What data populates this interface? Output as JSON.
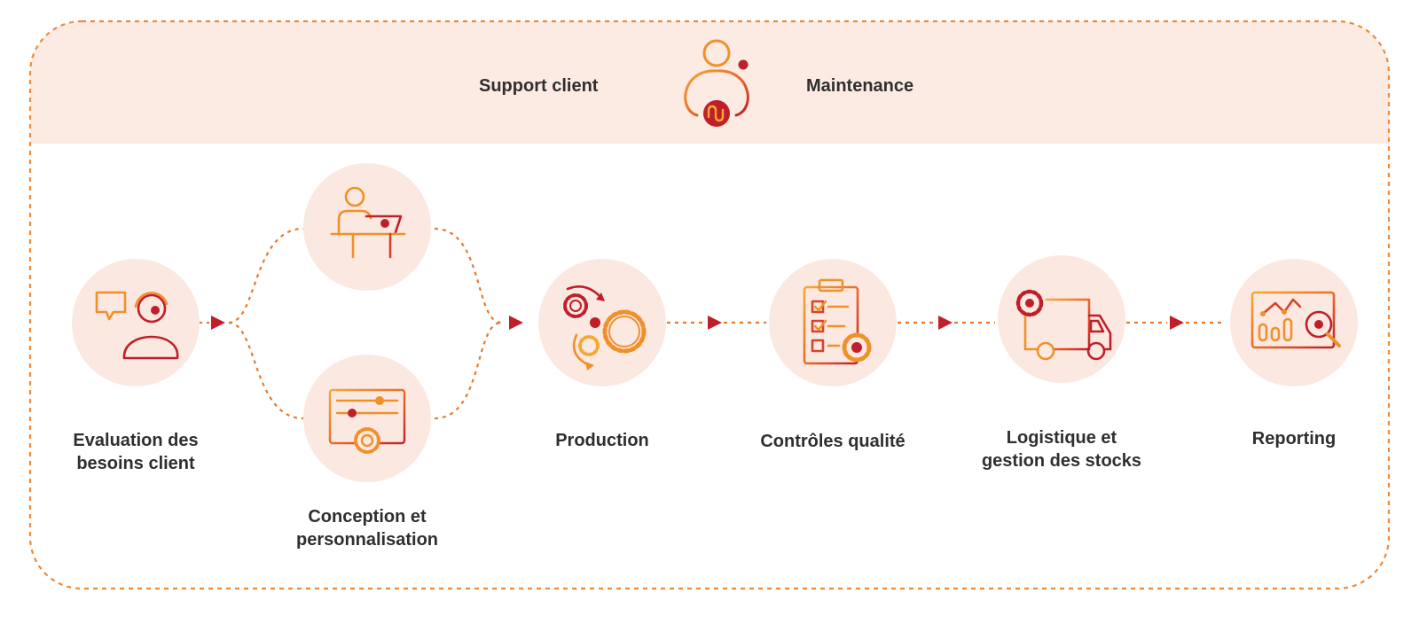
{
  "colors": {
    "band": "#fcebe3",
    "circle": "#fbe9e1",
    "orange": "#f0902a",
    "dark_red": "#c01f2a",
    "mid_red": "#d8432a",
    "text": "#2f2f2f"
  },
  "support": {
    "left_label": "Support client",
    "right_label": "Maintenance",
    "icon": "support-person-icon"
  },
  "steps": [
    {
      "id": "evaluation",
      "label": "Evaluation des\nbesoins client",
      "icon": "customer-headset-chat-icon"
    },
    {
      "id": "desk",
      "label": "",
      "icon": "person-at-laptop-icon"
    },
    {
      "id": "conception",
      "label": "Conception et\npersonnalisation",
      "icon": "settings-panel-gear-icon"
    },
    {
      "id": "production",
      "label": "Production",
      "icon": "gears-cycle-icon"
    },
    {
      "id": "quality",
      "label": "Contrôles qualité",
      "icon": "checklist-gear-icon"
    },
    {
      "id": "logistics",
      "label": "Logistique et\ngestion des stocks",
      "icon": "delivery-truck-gear-icon"
    },
    {
      "id": "reporting",
      "label": "Reporting",
      "icon": "dashboard-search-icon"
    }
  ]
}
